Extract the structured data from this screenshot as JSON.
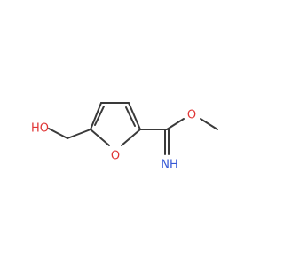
{
  "molecule": {
    "atoms": [
      {
        "id": "hydroxyl-oxygen",
        "label": "HO",
        "color": "#e03434"
      },
      {
        "id": "ring-oxygen",
        "label": "O",
        "color": "#e03434"
      },
      {
        "id": "ether-oxygen",
        "label": "O",
        "color": "#e03434"
      },
      {
        "id": "imine-nitrogen",
        "label": "NH",
        "color": "#3658d6"
      }
    ],
    "bond_color": "#3a3a3a"
  }
}
